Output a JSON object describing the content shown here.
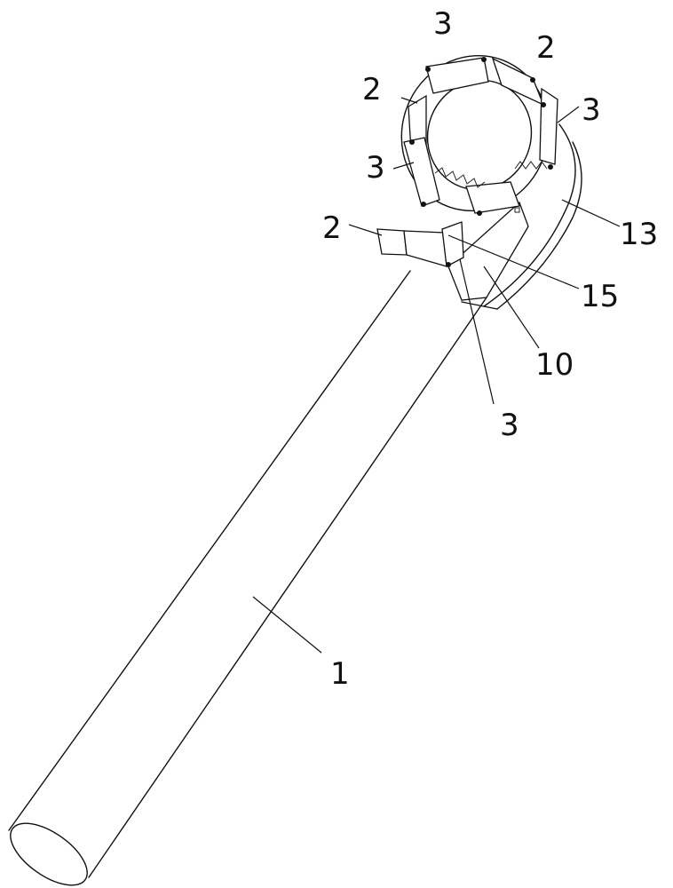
{
  "figure": {
    "labels": {
      "ring_segment_top": "3",
      "ring_link_top_right": "2",
      "ring_link_left": "2",
      "ring_segment_right": "3",
      "ring_segment_left": "3",
      "arc_guide": "13",
      "end_link": "2",
      "bracket": "15",
      "support_plate": "10",
      "lower_segment": "3",
      "handle_tube": "1"
    }
  }
}
